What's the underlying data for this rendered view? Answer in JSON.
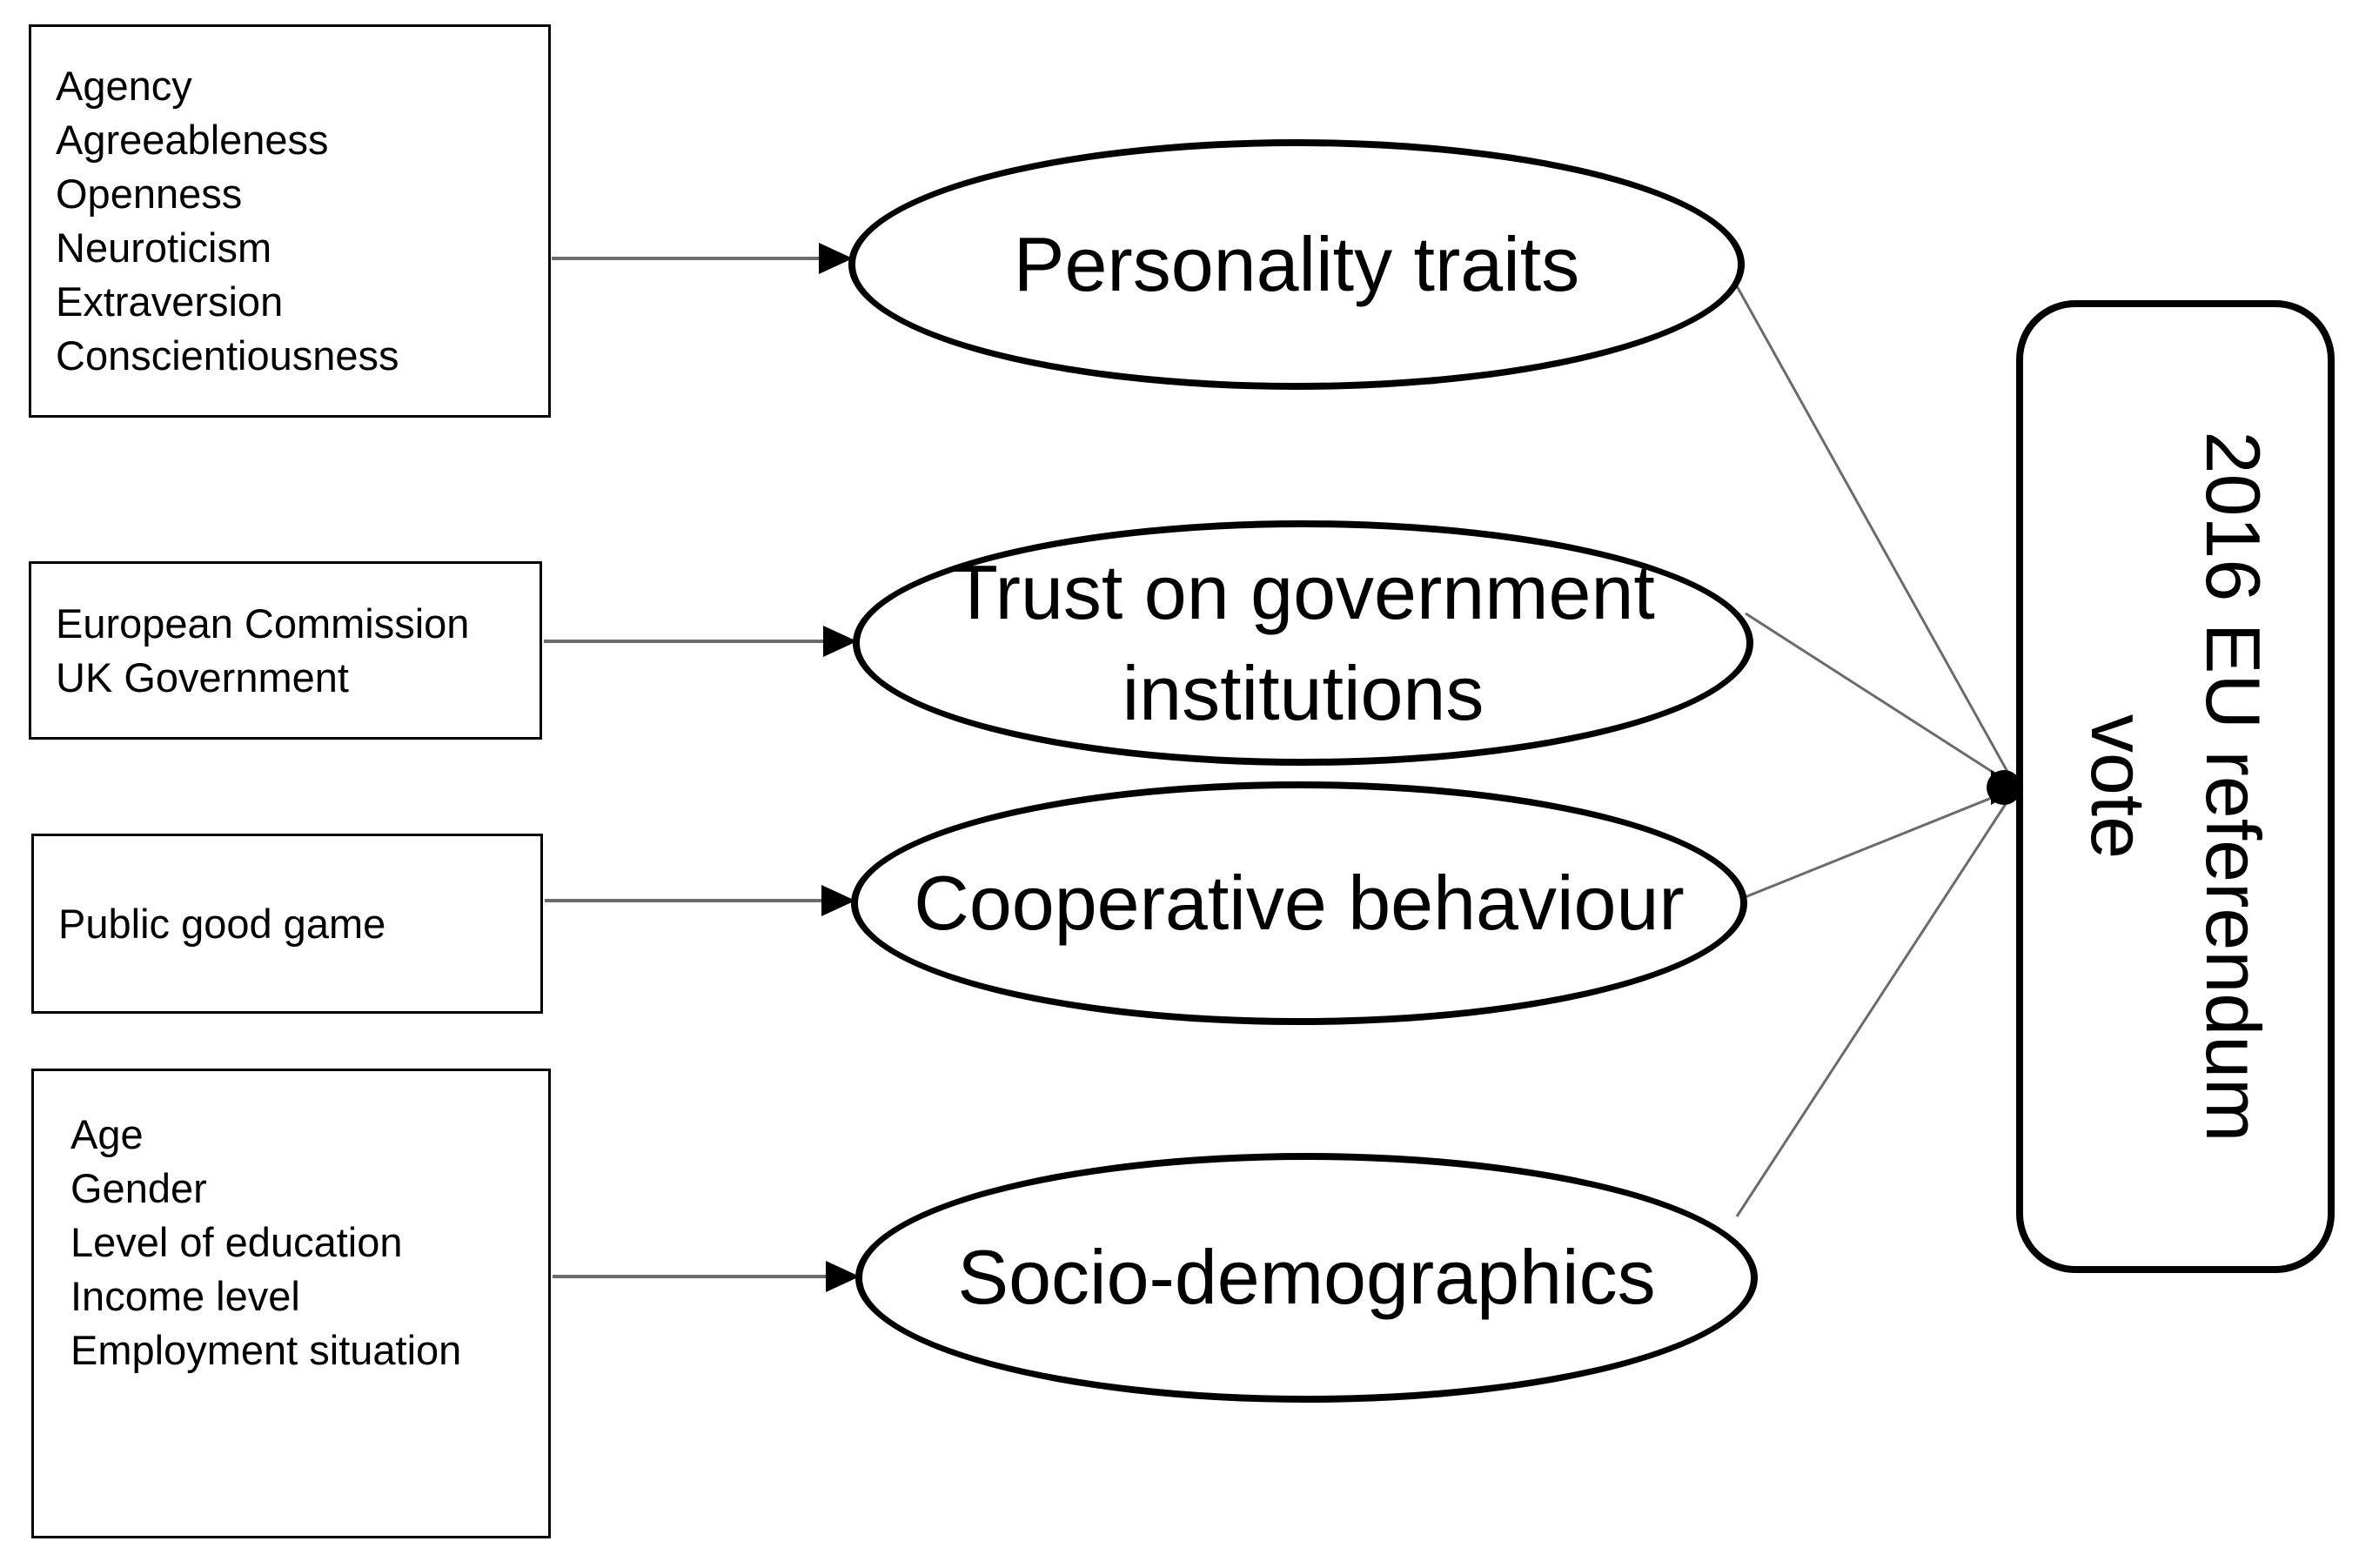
{
  "diagram": {
    "boxes": [
      {
        "id": "personality-indicators",
        "lines": [
          "Agency",
          "Agreeableness",
          "Openness",
          "Neuroticism",
          "Extraversion",
          "Conscientiousness"
        ]
      },
      {
        "id": "trust-indicators",
        "lines": [
          "European Commission",
          "UK Government"
        ]
      },
      {
        "id": "cooperation-indicators",
        "lines": [
          "Public good game"
        ]
      },
      {
        "id": "sociodemographic-indicators",
        "lines": [
          "Age",
          "Gender",
          "Level of education",
          "Income level",
          "Employment situation"
        ]
      }
    ],
    "ellipses": [
      {
        "id": "personality",
        "label": "Personality traits"
      },
      {
        "id": "trust",
        "label": "Trust on government\ninstitutions"
      },
      {
        "id": "cooperation",
        "label": "Cooperative behaviour"
      },
      {
        "id": "sociodemographics",
        "label": "Socio-demographics"
      }
    ],
    "outcome": {
      "label": "2016 EU referendum\nvote"
    },
    "colors": {
      "node_stroke": "#000000",
      "connector": "#6b6b6b",
      "arrowhead": "#000000",
      "background": "#ffffff"
    }
  }
}
